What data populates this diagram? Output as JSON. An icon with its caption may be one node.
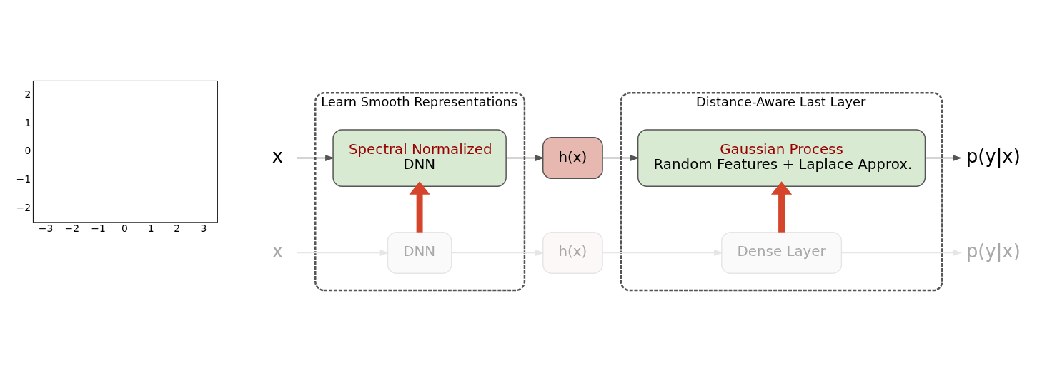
{
  "diagram": {
    "nodes": [
      {
        "text": [
          "Learn Smooth Representations"
        ]
      },
      {
        "text": [
          "DNN"
        ],
        "in": 0
      },
      {
        "text": [
          "Spectral Normalized",
          "DNN"
        ],
        "in": 0
      },
      {
        "text": [
          "Distance-Aware Last Layer"
        ]
      },
      {
        "text": [
          "Dense Layer"
        ],
        "in": 3
      },
      {
        "text": [
          "Gaussian Process",
          "Random Features + Laplace Approx."
        ],
        "in": 3
      },
      {
        "text": [
          "x"
        ]
      },
      {
        "text": [
          "h(x)"
        ]
      },
      {
        "text": [
          "p(y|x)"
        ]
      },
      {
        "text": [
          "x"
        ]
      },
      {
        "text": [
          "h(x)"
        ]
      },
      {
        "text": [
          "p(y|x)"
        ]
      }
    ],
    "edges": [
      {
        "from": 6,
        "to": 1,
        "arrow": "to",
        "color": "#e6e6e6"
      },
      {
        "from": 1,
        "to": 7,
        "arrow": "to",
        "color": "#e6e6e6"
      },
      {
        "from": 7,
        "to": 4,
        "arrow": "to",
        "color": "#e6e6e6"
      },
      {
        "from": 4,
        "to": 8,
        "arrow": "to",
        "color": "#e6e6e6"
      },
      {
        "from": 1,
        "to": 2,
        "arrow": "to",
        "style": "thick",
        "color": "#d4452b"
      },
      {
        "from": 4,
        "to": 5,
        "arrow": "to",
        "style": "thick",
        "color": "#d4452b"
      },
      {
        "from": 9,
        "to": 2,
        "arrow": "to",
        "color": "#555555"
      },
      {
        "from": 2,
        "to": 10,
        "arrow": "to",
        "color": "#555555"
      },
      {
        "from": 10,
        "to": 5,
        "arrow": "to",
        "color": "#555555"
      },
      {
        "from": 5,
        "to": 11,
        "arrow": "to",
        "color": "#555555"
      }
    ],
    "labels": [
      "2",
      "1",
      "0",
      "−1",
      "−2",
      "−3",
      "−2",
      "−1",
      "0",
      "1",
      "2",
      "3"
    ]
  }
}
